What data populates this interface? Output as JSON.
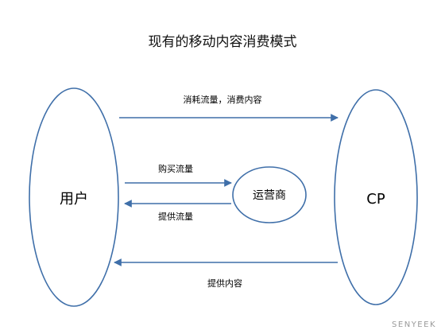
{
  "title": "现有的移动内容消费模式",
  "nodes": {
    "user": "用户",
    "operator": "运营商",
    "cp": "CP"
  },
  "edges": {
    "consume": "消耗流量，消费内容",
    "buy_traffic": "购买流量",
    "provide_traffic": "提供流量",
    "provide_content": "提供内容"
  },
  "watermark": "SENYEEK",
  "colors": {
    "stroke": "#3f6fa9",
    "text": "#000000"
  }
}
